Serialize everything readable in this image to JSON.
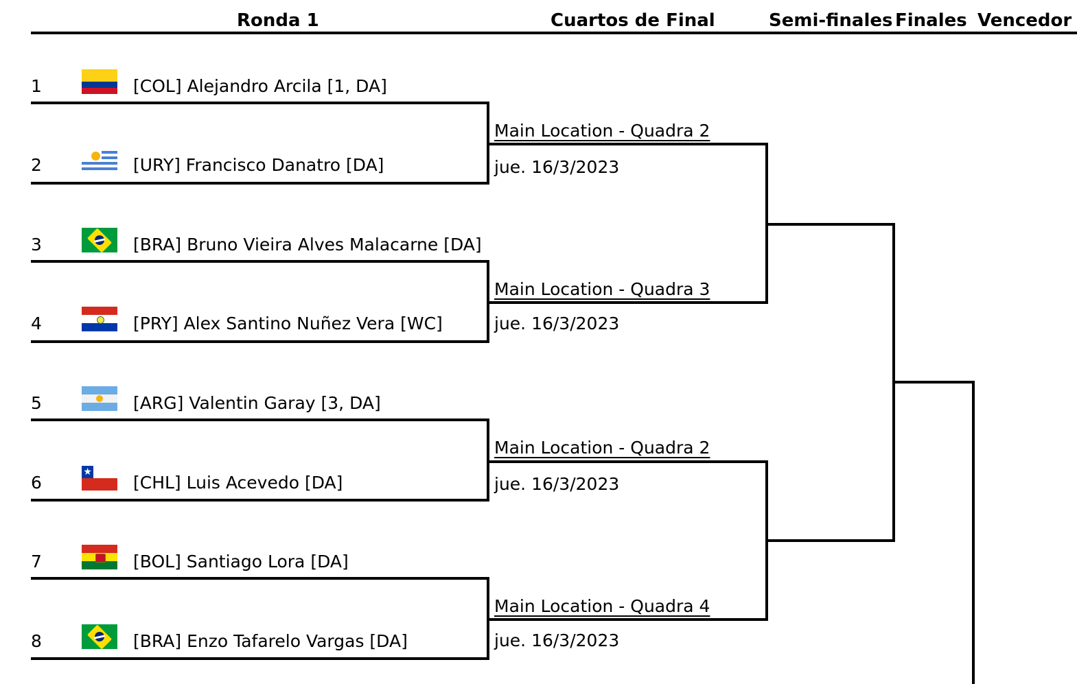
{
  "header": {
    "rounds": [
      {
        "label": "Ronda 1"
      },
      {
        "label": "Cuartos de Final"
      },
      {
        "label": "Semi-finales"
      },
      {
        "label": "Finales"
      },
      {
        "label": "Vencedor"
      }
    ]
  },
  "round1": {
    "players": [
      {
        "seed": "1",
        "flag": "flag-colombia",
        "country": "COL",
        "name": "[COL] Alejandro Arcila [1, DA]"
      },
      {
        "seed": "2",
        "flag": "flag-uruguay",
        "country": "URY",
        "name": "[URY] Francisco Danatro [DA]"
      },
      {
        "seed": "3",
        "flag": "flag-brazil",
        "country": "BRA",
        "name": "[BRA] Bruno Vieira Alves Malacarne [DA]"
      },
      {
        "seed": "4",
        "flag": "flag-paraguay",
        "country": "PRY",
        "name": "[PRY]  Alex Santino Nuñez Vera [WC]"
      },
      {
        "seed": "5",
        "flag": "flag-argentina",
        "country": "ARG",
        "name": "[ARG] Valentin Garay [3, DA]"
      },
      {
        "seed": "6",
        "flag": "flag-chile",
        "country": "CHL",
        "name": "[CHL]  Luis Acevedo [DA]"
      },
      {
        "seed": "7",
        "flag": "flag-bolivia",
        "country": "BOL",
        "name": "[BOL] Santiago Lora [DA]"
      },
      {
        "seed": "8",
        "flag": "flag-brazil",
        "country": "BRA",
        "name": "[BRA] Enzo Tafarelo Vargas [DA]"
      }
    ]
  },
  "quarterfinals": {
    "matches": [
      {
        "venue": "Main Location - Quadra 2",
        "date": "jue. 16/3/2023"
      },
      {
        "venue": "Main Location - Quadra 3",
        "date": "jue. 16/3/2023"
      },
      {
        "venue": "Main Location - Quadra 2",
        "date": "jue. 16/3/2023"
      },
      {
        "venue": "Main Location - Quadra 4",
        "date": "jue. 16/3/2023"
      }
    ]
  },
  "colors": {
    "line": "#000000",
    "background": "#ffffff"
  }
}
